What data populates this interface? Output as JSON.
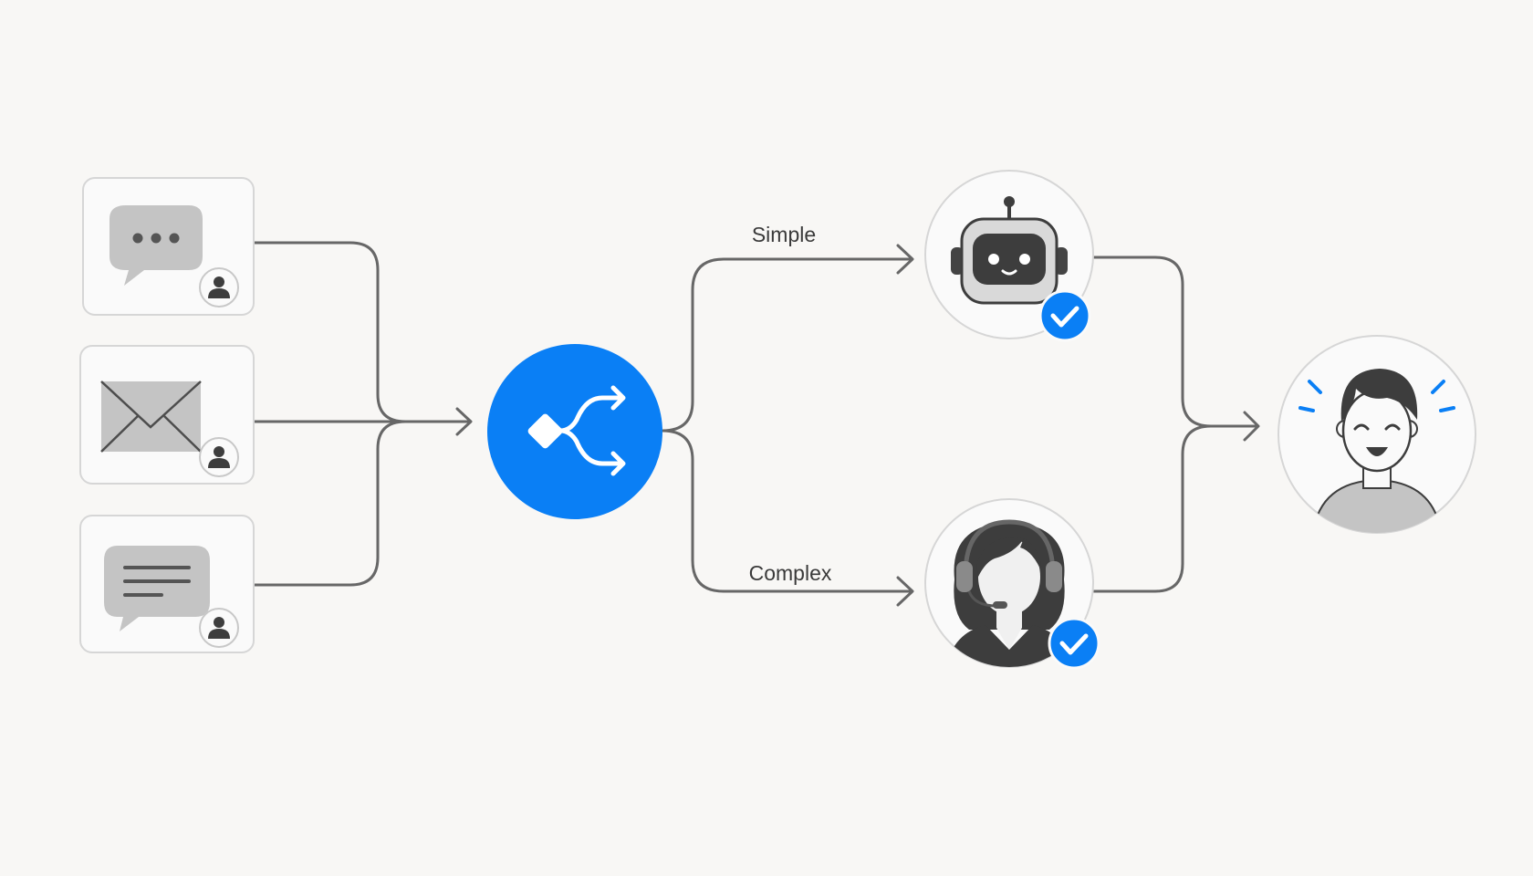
{
  "diagram": {
    "route_simple_label": "Simple",
    "route_complex_label": "Complex",
    "channels": [
      {
        "name": "chat",
        "icon": "chat-bubble-icon"
      },
      {
        "name": "email",
        "icon": "envelope-icon"
      },
      {
        "name": "message",
        "icon": "message-lines-icon"
      }
    ],
    "router_icon": "split-route-icon",
    "agents": [
      {
        "name": "bot",
        "icon": "robot-icon",
        "status_icon": "check-icon"
      },
      {
        "name": "human",
        "icon": "support-agent-icon",
        "status_icon": "check-icon"
      }
    ],
    "customer_icon": "happy-customer-icon",
    "colors": {
      "accent": "#0a7ff5",
      "line": "#676767",
      "card_border": "#d6d6d6",
      "icon_gray": "#c4c4c4",
      "dark": "#3d3d3d"
    }
  }
}
